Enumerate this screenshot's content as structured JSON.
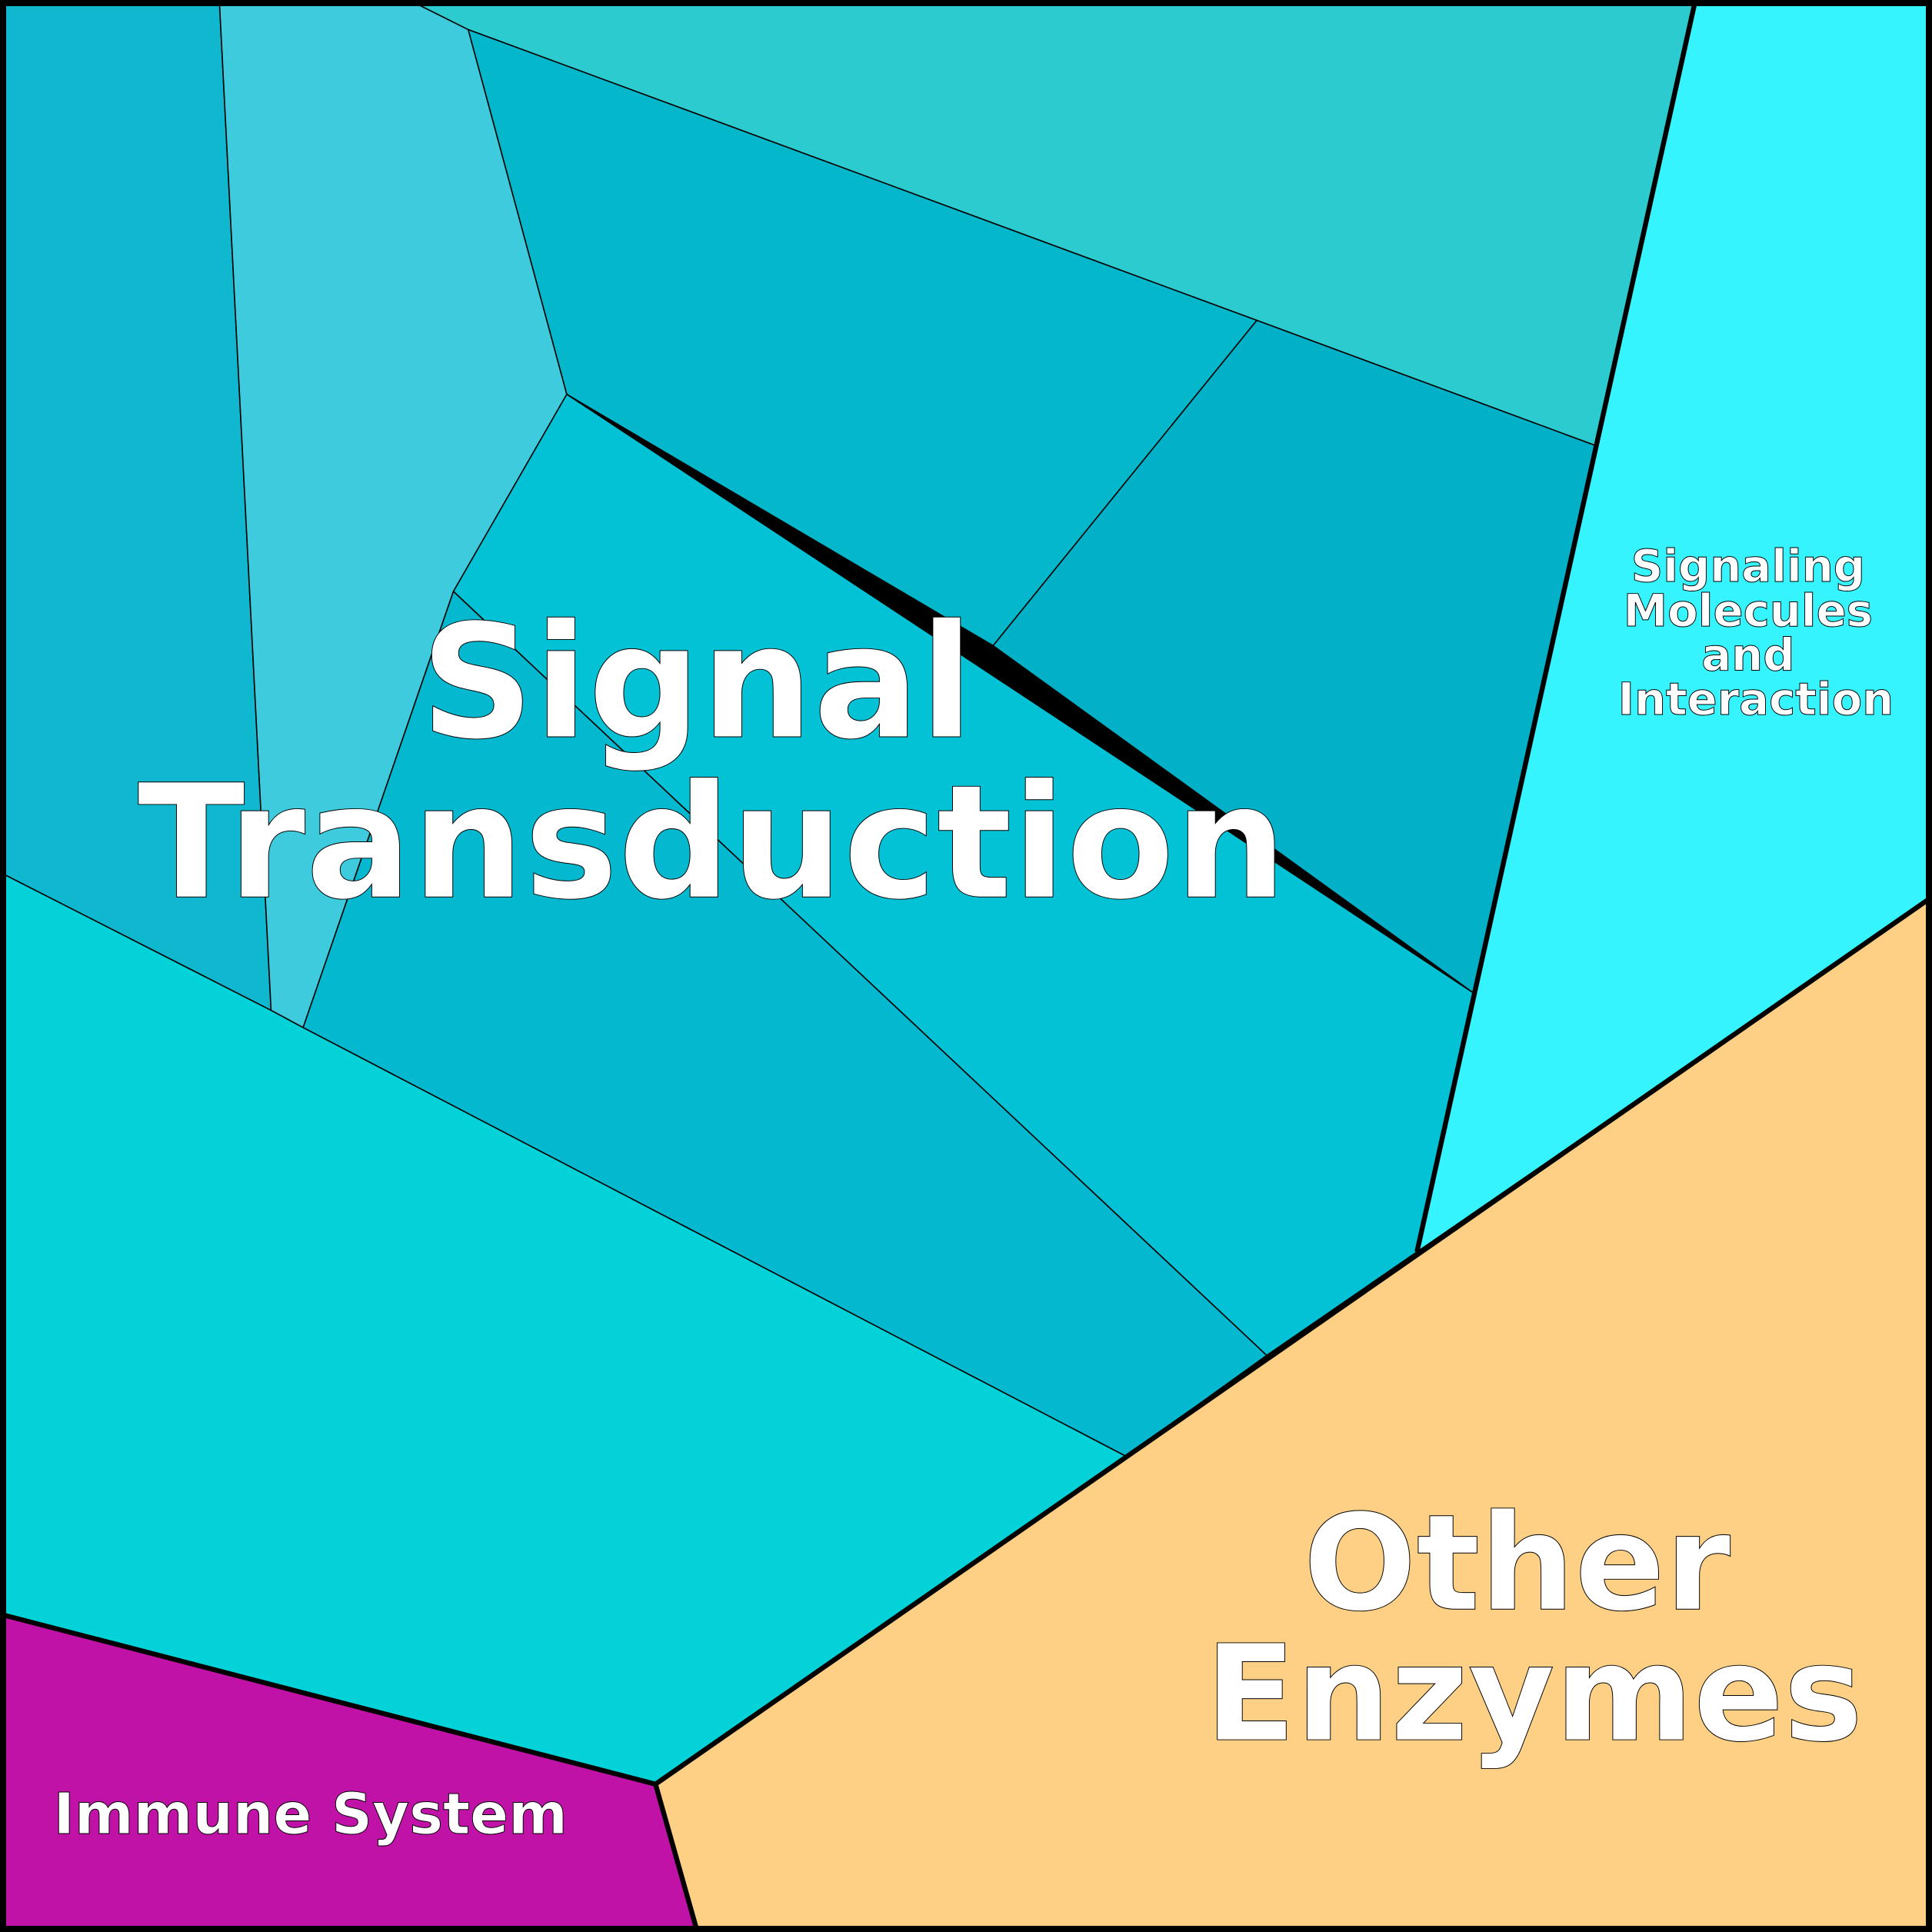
{
  "chart_data": {
    "type": "voronoi-treemap",
    "groups": [
      {
        "name": "Signal Transduction",
        "color": "#04b9cf",
        "line1": "Signal",
        "line2": "Transduction"
      },
      {
        "name": "Signaling Molecules and Interaction",
        "color": "#36f4fe",
        "lines": [
          "Signaling",
          "Molecules",
          "and",
          "Interaction"
        ]
      },
      {
        "name": "Other Enzymes",
        "color": "#fdd085",
        "line1": "Other",
        "line2": "Enzymes"
      },
      {
        "name": "Immune System",
        "color": "#c012a6",
        "label": "Immune System"
      }
    ],
    "cell_colors": [
      "#0fb8cf",
      "#3dcbdd",
      "#2ccbd0",
      "#04b7cb",
      "#02b0c8",
      "#03c2d6",
      "#04b9cf",
      "#03d3d8"
    ]
  }
}
